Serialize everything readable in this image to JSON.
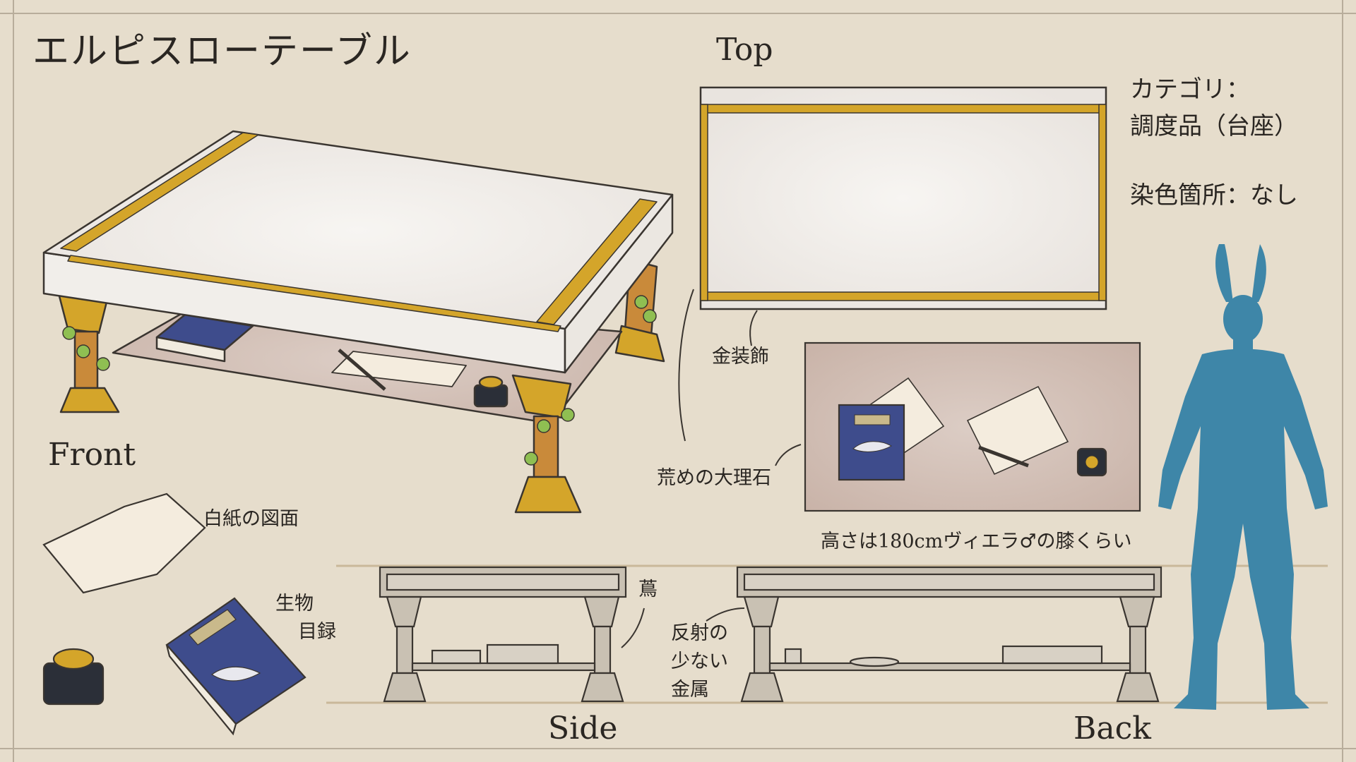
{
  "title": "エルピスローテーブル",
  "views": {
    "top": "Top",
    "front": "Front",
    "side": "Side",
    "back": "Back"
  },
  "info": {
    "category_label": "カテゴリ：",
    "category_value": "調度品（台座）",
    "dye_label": "染色箇所：なし"
  },
  "annotations": {
    "gold_trim": "金装飾",
    "rough_marble": "荒めの大理石",
    "blank_drawing": "白紙の図面",
    "catalog_line1": "生物",
    "catalog_line2": "目録",
    "height_note": "高さは180cmヴィエラ♂の膝くらい",
    "ivy": "蔦",
    "metal_line1": "反射の",
    "metal_line2": "少ない",
    "metal_line3": "金属"
  },
  "colors": {
    "background": "#e6ddcc",
    "gold": "#d4a52a",
    "marble": "#f1eeea",
    "wood": "#c98a3a",
    "book_blue": "#3e4c8c",
    "silhouette": "#3e86a8",
    "line_art": "#3a3530"
  }
}
